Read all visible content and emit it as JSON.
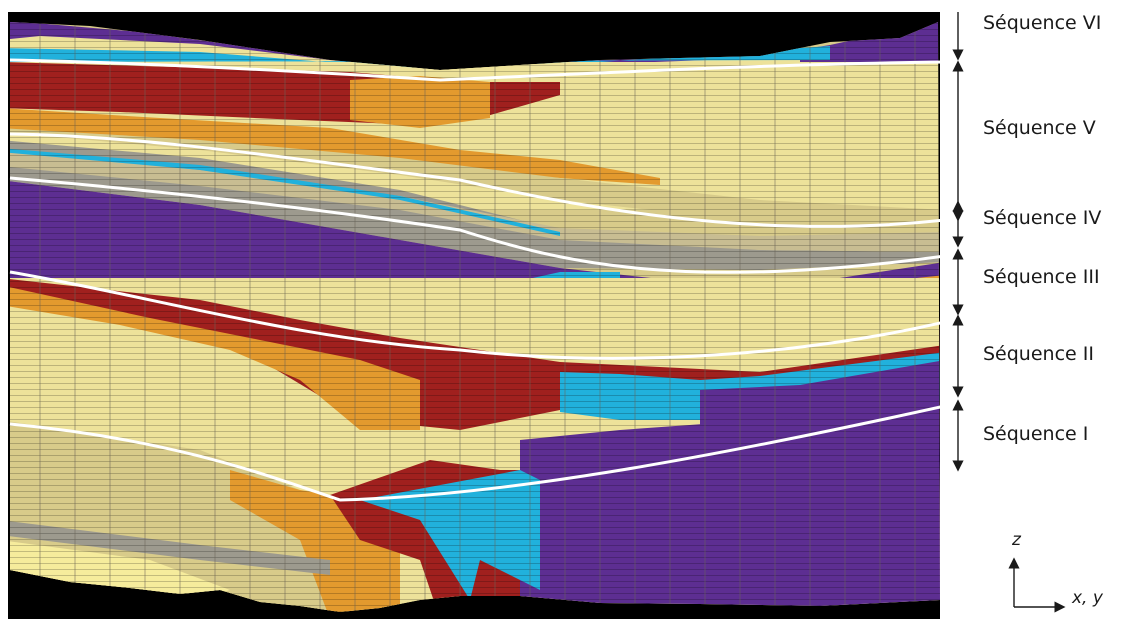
{
  "sequences": [
    {
      "label": "Séquence VI"
    },
    {
      "label": "Séquence V"
    },
    {
      "label": "Séquence IV"
    },
    {
      "label": "Séquence III"
    },
    {
      "label": "Séquence II"
    },
    {
      "label": "Séquence I"
    }
  ],
  "axes": {
    "vertical": "z",
    "horizontal": "x, y"
  },
  "facies_colors": {
    "background": "#000000",
    "sand_light": "#ede29a",
    "beige": "#d8cb8a",
    "orange": "#e39a2e",
    "red": "#a0201e",
    "cyan": "#21b1dc",
    "purple": "#5d2e92",
    "grey": "#9d9a8e",
    "boundary": "#ffffff"
  }
}
